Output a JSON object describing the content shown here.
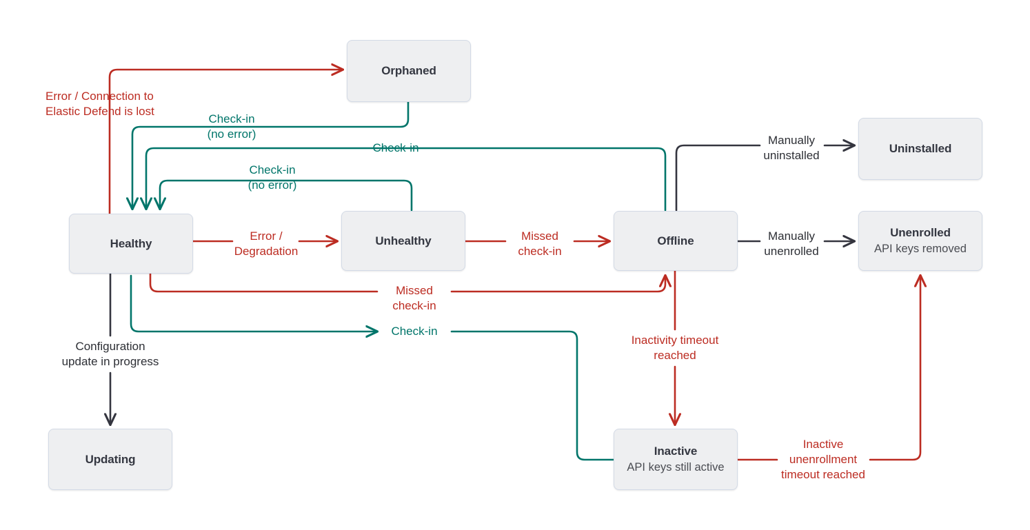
{
  "diagram": {
    "title": "Elastic Agent status state diagram",
    "colors": {
      "red": "#BC2C22",
      "teal": "#00756A",
      "dark": "#34353F",
      "node_fill": "#EEEFF1",
      "node_border": "#D3DAE6",
      "node_text": "#343741",
      "background": "#FFFFFF"
    },
    "nodes": [
      {
        "id": "orphaned",
        "title": "Orphaned",
        "subtitle": ""
      },
      {
        "id": "healthy",
        "title": "Healthy",
        "subtitle": ""
      },
      {
        "id": "unhealthy",
        "title": "Unhealthy",
        "subtitle": ""
      },
      {
        "id": "offline",
        "title": "Offline",
        "subtitle": ""
      },
      {
        "id": "uninstalled",
        "title": "Uninstalled",
        "subtitle": ""
      },
      {
        "id": "unenrolled",
        "title": "Unenrolled",
        "subtitle": "API keys removed"
      },
      {
        "id": "updating",
        "title": "Updating",
        "subtitle": ""
      },
      {
        "id": "inactive",
        "title": "Inactive",
        "subtitle": "API keys still active"
      }
    ],
    "edges": [
      {
        "id": "healthy-to-orphaned",
        "from": "healthy",
        "to": "orphaned",
        "label": "Error / Connection to\nElastic Defend is lost",
        "color": "red"
      },
      {
        "id": "orphaned-to-healthy",
        "from": "orphaned",
        "to": "healthy",
        "label": "Check-in\n(no error)",
        "color": "teal"
      },
      {
        "id": "offline-to-healthy",
        "from": "offline",
        "to": "healthy",
        "label": "Check-in",
        "color": "teal"
      },
      {
        "id": "unhealthy-to-healthy",
        "from": "unhealthy",
        "to": "healthy",
        "label": "Check-in\n(no error)",
        "color": "teal"
      },
      {
        "id": "healthy-to-unhealthy",
        "from": "healthy",
        "to": "unhealthy",
        "label": "Error /\nDegradation",
        "color": "red"
      },
      {
        "id": "unhealthy-to-offline",
        "from": "unhealthy",
        "to": "offline",
        "label": "Missed\ncheck-in",
        "color": "red"
      },
      {
        "id": "healthy-to-offline",
        "from": "healthy",
        "to": "offline",
        "label": "Missed\ncheck-in",
        "color": "red"
      },
      {
        "id": "inactive-to-healthy",
        "from": "inactive",
        "to": "healthy",
        "label": "Check-in",
        "color": "teal"
      },
      {
        "id": "offline-to-uninstalled",
        "from": "offline",
        "to": "uninstalled",
        "label": "Manually\nuninstalled",
        "color": "dark"
      },
      {
        "id": "offline-to-unenrolled",
        "from": "offline",
        "to": "unenrolled",
        "label": "Manually\nunenrolled",
        "color": "dark"
      },
      {
        "id": "healthy-to-updating",
        "from": "healthy",
        "to": "updating",
        "label": "Configuration\nupdate in progress",
        "color": "dark"
      },
      {
        "id": "offline-to-inactive",
        "from": "offline",
        "to": "inactive",
        "label": "Inactivity timeout\nreached",
        "color": "red"
      },
      {
        "id": "inactive-to-unenrolled",
        "from": "inactive",
        "to": "unenrolled",
        "label": "Inactive\nunenrollment\ntimeout reached",
        "color": "red"
      }
    ],
    "labels": {
      "error_connection_lost": "Error / Connection to\nElastic Defend is lost",
      "checkin_no_error_top": "Check-in\n(no error)",
      "checkin_mid": "Check-in",
      "checkin_no_error_mid": "Check-in\n(no error)",
      "error_degradation": "Error /\nDegradation",
      "missed_checkin_unhealthy": "Missed\ncheck-in",
      "missed_checkin_healthy": "Missed\ncheck-in",
      "checkin_bottom": "Check-in",
      "manually_uninstalled": "Manually\nuninstalled",
      "manually_unenrolled": "Manually\nunenrolled",
      "configuration_update": "Configuration\nupdate in progress",
      "inactivity_timeout": "Inactivity timeout\nreached",
      "inactive_unenrollment": "Inactive\nunenrollment\ntimeout reached"
    }
  }
}
